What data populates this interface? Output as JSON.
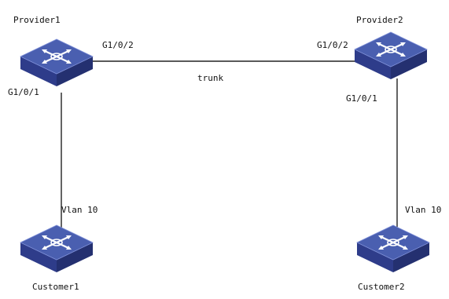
{
  "diagram": {
    "devices": [
      {
        "id": "provider1",
        "label": "Provider1"
      },
      {
        "id": "provider2",
        "label": "Provider2"
      },
      {
        "id": "customer1",
        "label": "Customer1"
      },
      {
        "id": "customer2",
        "label": "Customer2"
      }
    ],
    "links": [
      {
        "id": "trunk",
        "from": "provider1",
        "to": "provider2",
        "label": "trunk",
        "from_port": "G1/0/2",
        "to_port": "G1/0/2"
      },
      {
        "id": "access1",
        "from": "provider1",
        "to": "customer1",
        "from_port": "G1/0/1",
        "to_port": "Vlan 10"
      },
      {
        "id": "access2",
        "from": "provider2",
        "to": "customer2",
        "from_port": "G1/0/1",
        "to_port": "Vlan 10"
      }
    ],
    "colors": {
      "switch_top": "#4a5fb0",
      "switch_side": "#2e3c8a",
      "switch_front": "#243070",
      "line": "#222222"
    },
    "icon": "switch-icon"
  }
}
